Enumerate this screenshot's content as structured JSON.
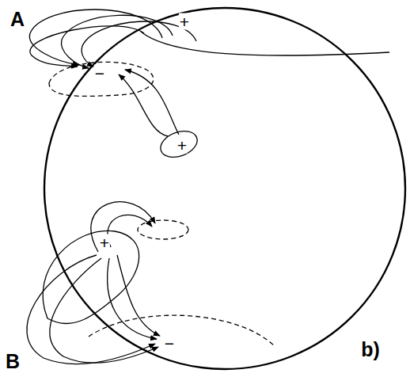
{
  "diagram": {
    "labels": [
      "A",
      "+",
      "−",
      "+",
      "+",
      "−",
      "B",
      "b)"
    ]
  }
}
